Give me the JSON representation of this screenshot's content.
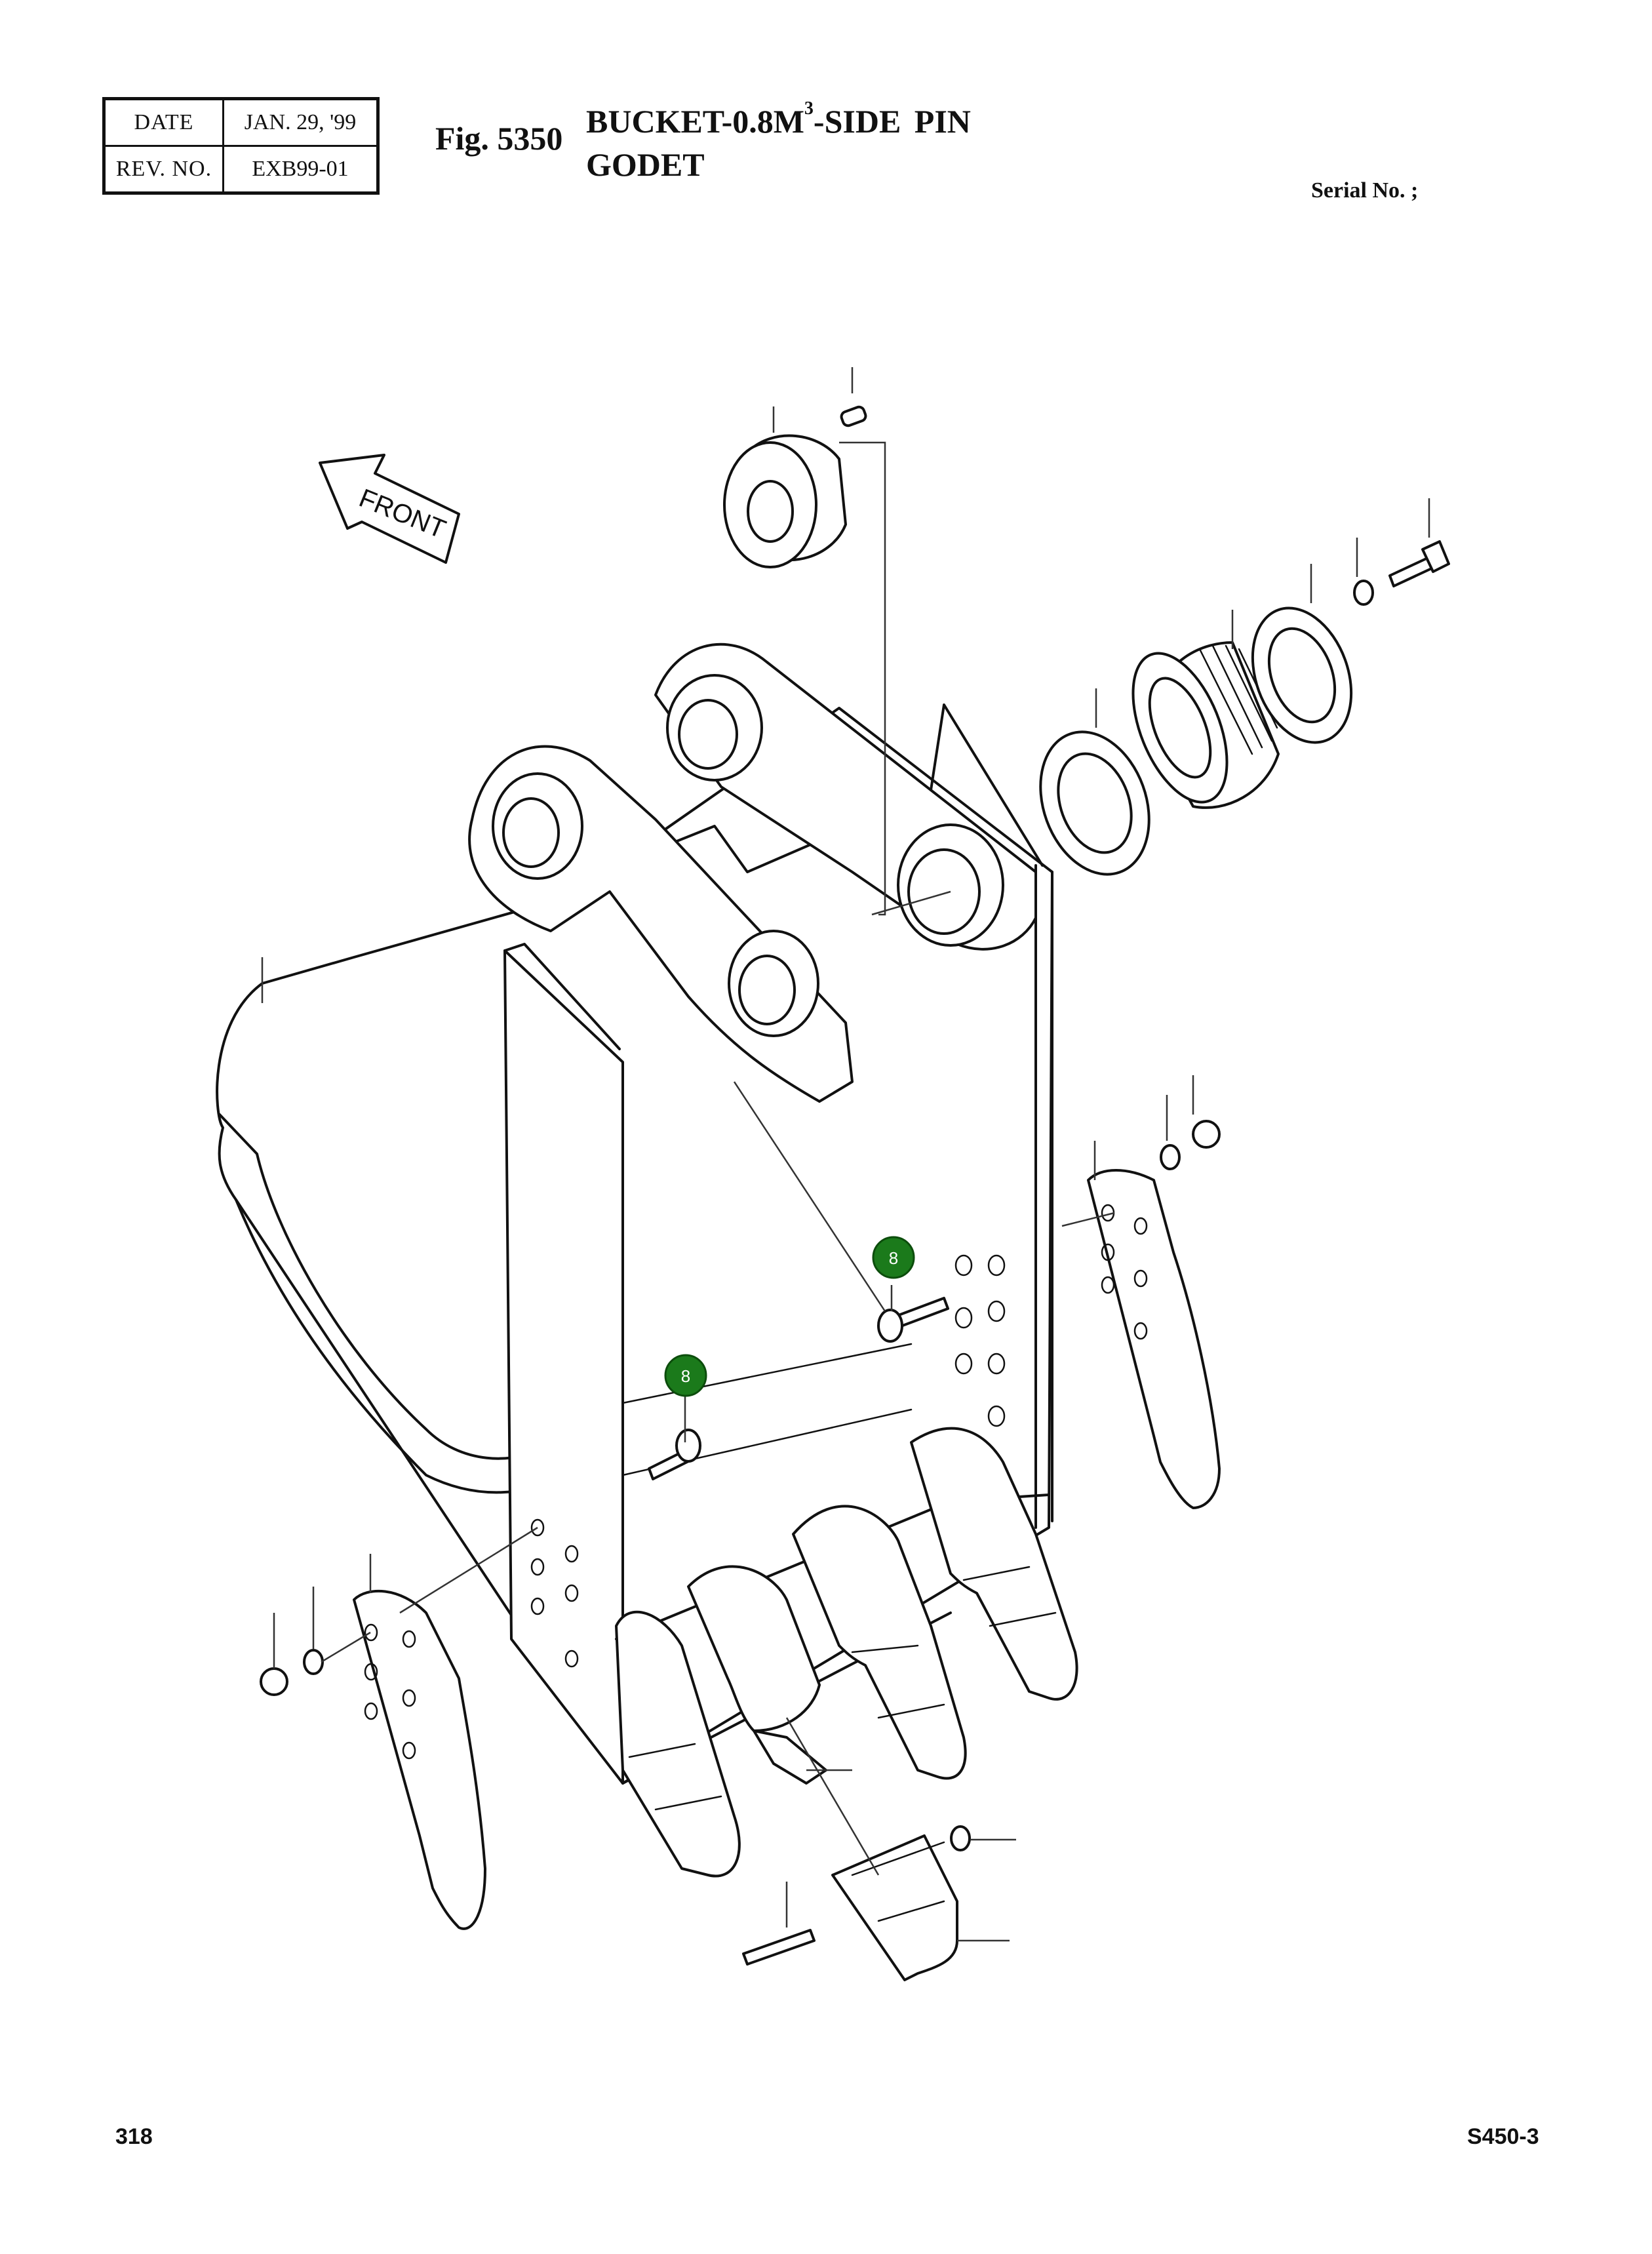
{
  "header": {
    "date_label": "DATE",
    "date_value": "JAN. 29, '99",
    "rev_label": "REV. NO.",
    "rev_value": "EXB99-01",
    "fig_number": "Fig. 5350",
    "title_line1_pre": "BUCKET-0.8M",
    "title_line1_sup": "3",
    "title_line1_post": "-SIDE  PIN",
    "title_line2": "GODET",
    "serial_label": "Serial No. ;"
  },
  "diagram": {
    "front_arrow_label": "FRONT",
    "callouts": [
      {
        "label": "8",
        "color": "#1b7a1b"
      },
      {
        "label": "8",
        "color": "#1b7a1b"
      }
    ]
  },
  "footer": {
    "page_number": "318",
    "model": "S450-3"
  }
}
